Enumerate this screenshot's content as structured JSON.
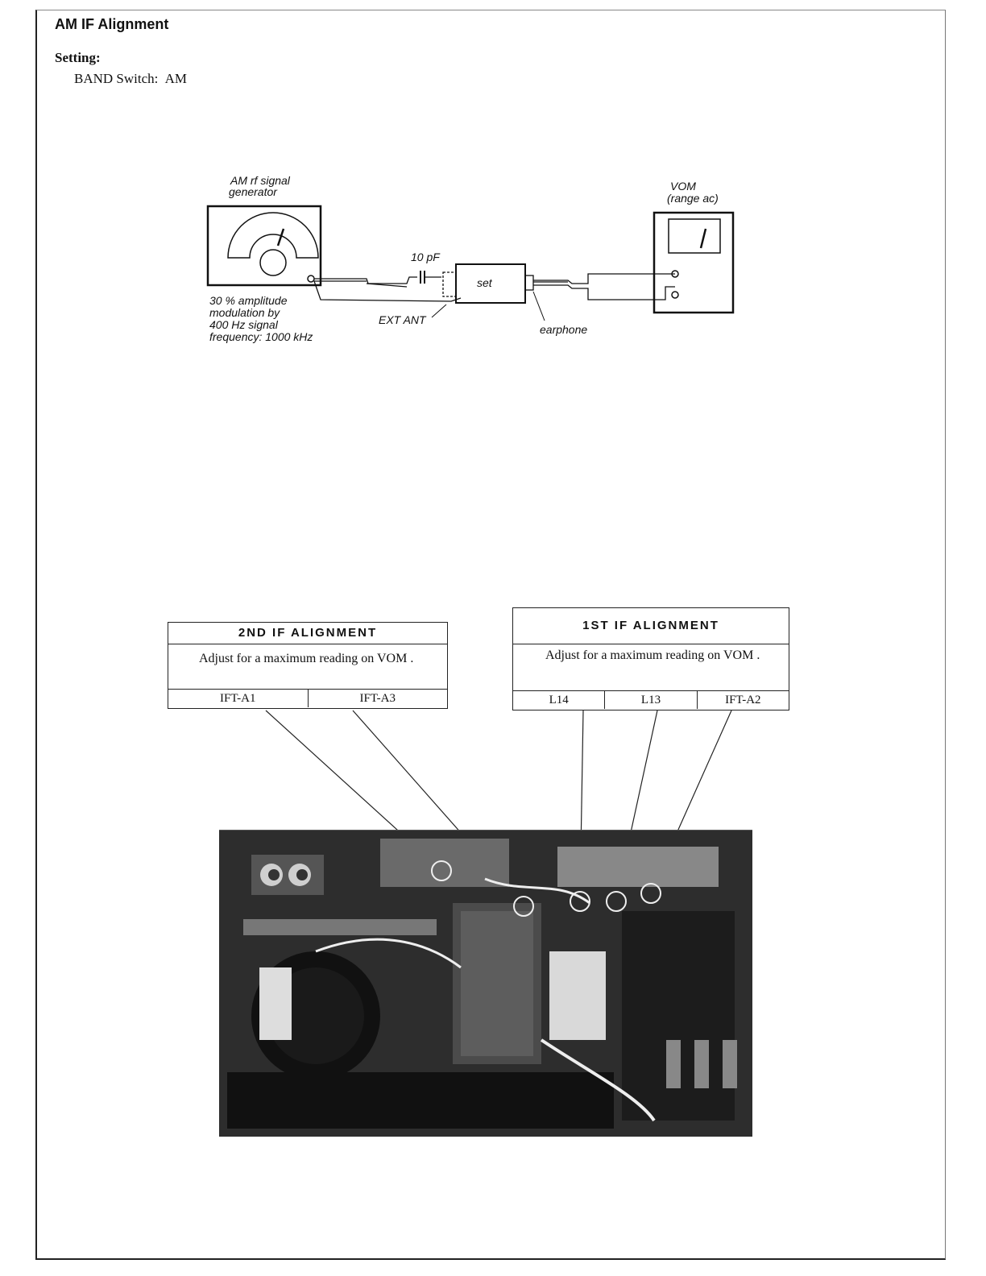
{
  "page": {
    "title": "AM  IF Alignment"
  },
  "setting": {
    "label": "Setting:",
    "item_label": "BAND Switch:",
    "item_value": "AM"
  },
  "diagram": {
    "generator_label_1": "AM rf signal",
    "generator_label_2": "generator",
    "capacitor_label": "10 pF",
    "set_label": "set",
    "ext_ant_label": "EXT ANT",
    "earphone_label": "earphone",
    "vom_label_1": "VOM",
    "vom_label_2": "(range ac)",
    "signal_note": [
      "30 % amplitude",
      "modulation by",
      "400 Hz signal",
      "frequency: 1000 kHz"
    ]
  },
  "second_if": {
    "title": "2ND  IF  ALIGNMENT",
    "description": "Adjust for a maximum reading on VOM .",
    "adjustments": [
      "IFT-A1",
      "IFT-A3"
    ]
  },
  "first_if": {
    "title": "1ST  IF  ALIGNMENT",
    "description": "Adjust for a maximum reading on VOM .",
    "adjustments": [
      "L14",
      "L13",
      "IFT-A2"
    ]
  }
}
